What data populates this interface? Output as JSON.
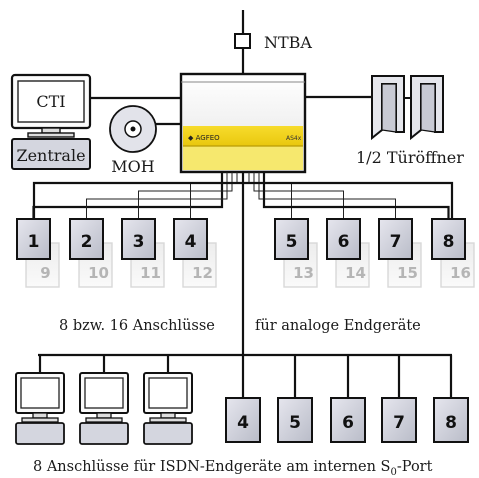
{
  "labels": {
    "ntba": "NTBA",
    "cti": "CTI",
    "zentrale": "Zentrale",
    "moh": "MOH",
    "tueroeffner": "1/2 Türöffner",
    "analog_caption_a": "8 bzw. 16 Anschlüsse",
    "analog_caption_b": "für analoge Endgeräte",
    "isdn_caption_main": "8 Anschlüsse für ISDN-Endgeräte am internen S",
    "isdn_caption_sub": "0",
    "isdn_caption_end": "-Port"
  },
  "pbx": {
    "brand": "◆ AGFEO",
    "model": "AS4x",
    "colors": {
      "body": "#f4f4f4",
      "band": "#f2d21a",
      "band_dark": "#c9a90c"
    }
  },
  "analog_ports": {
    "front": [
      "1",
      "2",
      "3",
      "4",
      "5",
      "6",
      "7",
      "8"
    ],
    "back": [
      "9",
      "10",
      "11",
      "12",
      "13",
      "14",
      "15",
      "16"
    ]
  },
  "isdn_ports": [
    "4",
    "5",
    "6",
    "7",
    "8"
  ],
  "isdn_computers": 3
}
